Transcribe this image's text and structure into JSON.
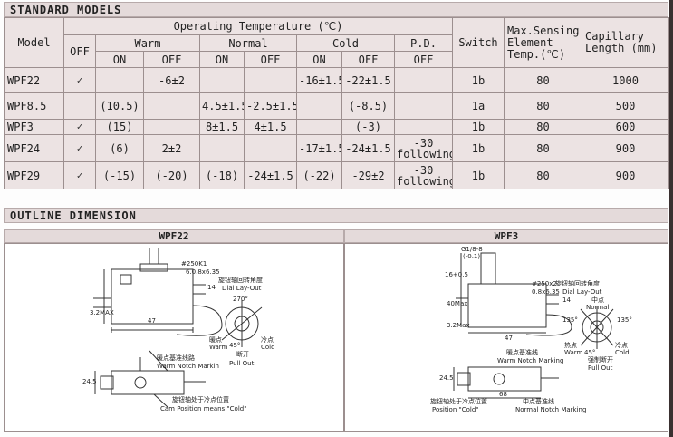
{
  "standard_models": {
    "title": "STANDARD  MODELS",
    "headers": {
      "model": "Model",
      "operating_temp": "Operating Temperature (℃)",
      "off": "OFF",
      "warm": "Warm",
      "normal": "Normal",
      "cold": "Cold",
      "pd": "P.D.",
      "on": "ON",
      "off_sub": "OFF",
      "switch": "Switch",
      "max_sensing": "Max.Sensing Element Temp.(℃)",
      "capillary": "Capillary Length (mm)"
    },
    "rows": [
      {
        "model": "WPF22",
        "off": "✓",
        "warm_on": "",
        "warm_off": "-6±2",
        "normal_on": "",
        "normal_off": "",
        "cold_on": "-16±1.5",
        "cold_off": "-22±1.5",
        "pd_off": "",
        "switch": "1b",
        "max_temp": "80",
        "capillary": "1000"
      },
      {
        "model": "WPF8.5",
        "off": "",
        "warm_on": "(10.5)",
        "warm_off": "",
        "normal_on": "4.5±1.5",
        "normal_off": "-2.5±1.5",
        "cold_on": "",
        "cold_off": "(-8.5)",
        "pd_off": "",
        "switch": "1a",
        "max_temp": "80",
        "capillary": "500"
      },
      {
        "model": "WPF3",
        "off": "✓",
        "warm_on": "(15)",
        "warm_off": "",
        "normal_on": "8±1.5",
        "normal_off": "4±1.5",
        "cold_on": "",
        "cold_off": "(-3)",
        "pd_off": "",
        "switch": "1b",
        "max_temp": "80",
        "capillary": "600"
      },
      {
        "model": "WPF24",
        "off": "✓",
        "warm_on": "(6)",
        "warm_off": "2±2",
        "normal_on": "",
        "normal_off": "",
        "cold_on": "-17±1.5",
        "cold_off": "-24±1.5",
        "pd_off": "-30 following",
        "switch": "1b",
        "max_temp": "80",
        "capillary": "900"
      },
      {
        "model": "WPF29",
        "off": "✓",
        "warm_on": "(-15)",
        "warm_off": "(-20)",
        "normal_on": "(-18)",
        "normal_off": "-24±1.5",
        "cold_on": "(-22)",
        "cold_off": "-29±2",
        "pd_off": "-30 following",
        "switch": "1b",
        "max_temp": "80",
        "capillary": "900"
      }
    ]
  },
  "outline": {
    "title": "OUTLINE   DIMENSION",
    "figures": [
      {
        "title": "WPF22",
        "labels": {
          "shaft_dim": "#250K1",
          "tab_dim": "6.0.8x6.35",
          "dim_14": "14",
          "dim_47": "47",
          "dim_height": "3.2MAX",
          "dial_cn": "旋钮轴回转角度",
          "dial_en": "Dial Lay-Out",
          "angle": "270°",
          "warm_cn": "暖点",
          "warm_en": "Warm",
          "angle_45": "45°",
          "cold_cn": "冷点",
          "cold_en": "Cold",
          "pull_cn": "断开",
          "pull_en": "Pull Out",
          "notch_cn": "暖点基准线路",
          "notch_en": "Warm Notch Markin",
          "dim_245": "24.5",
          "cam_cn": "旋钮轴处于冷点位置",
          "cam_en": "Cam Position means \"Cold\""
        }
      },
      {
        "title": "WPF3",
        "labels": {
          "top_dim_a": "G1/8-8",
          "top_dim_b": "(-0.1)",
          "dim_ht": "16+0.5",
          "dim_side": "40Max",
          "shaft_dim": "#250x2",
          "tab_dim": "0.8x6.35",
          "dim_14": "14",
          "dim_47": "47",
          "dim_height": "3.2Max",
          "dial_cn": "旋钮轴回转角度",
          "dial_en": "Dial Lay-Out",
          "normal_cn": "中点",
          "normal_en": "Normal",
          "angle_l": "135°",
          "angle_r": "135°",
          "warm_cn": "热点",
          "warm_en": "Warm",
          "angle_45": "45°",
          "cold_cn": "冷点",
          "cold_en": "Cold",
          "pull_cn": "强制断开",
          "pull_en": "Pull Out",
          "notch_cn": "暖点基准线",
          "notch_en": "Warm Notch Marking",
          "dim_245": "24.5",
          "dim_68": "68",
          "pos_cn": "旋钮轴处于冷点位置",
          "pos_en": "Position \"Cold\"",
          "nnotch_cn": "中点基准线",
          "nnotch_en": "Normal Notch Marking"
        }
      }
    ]
  }
}
